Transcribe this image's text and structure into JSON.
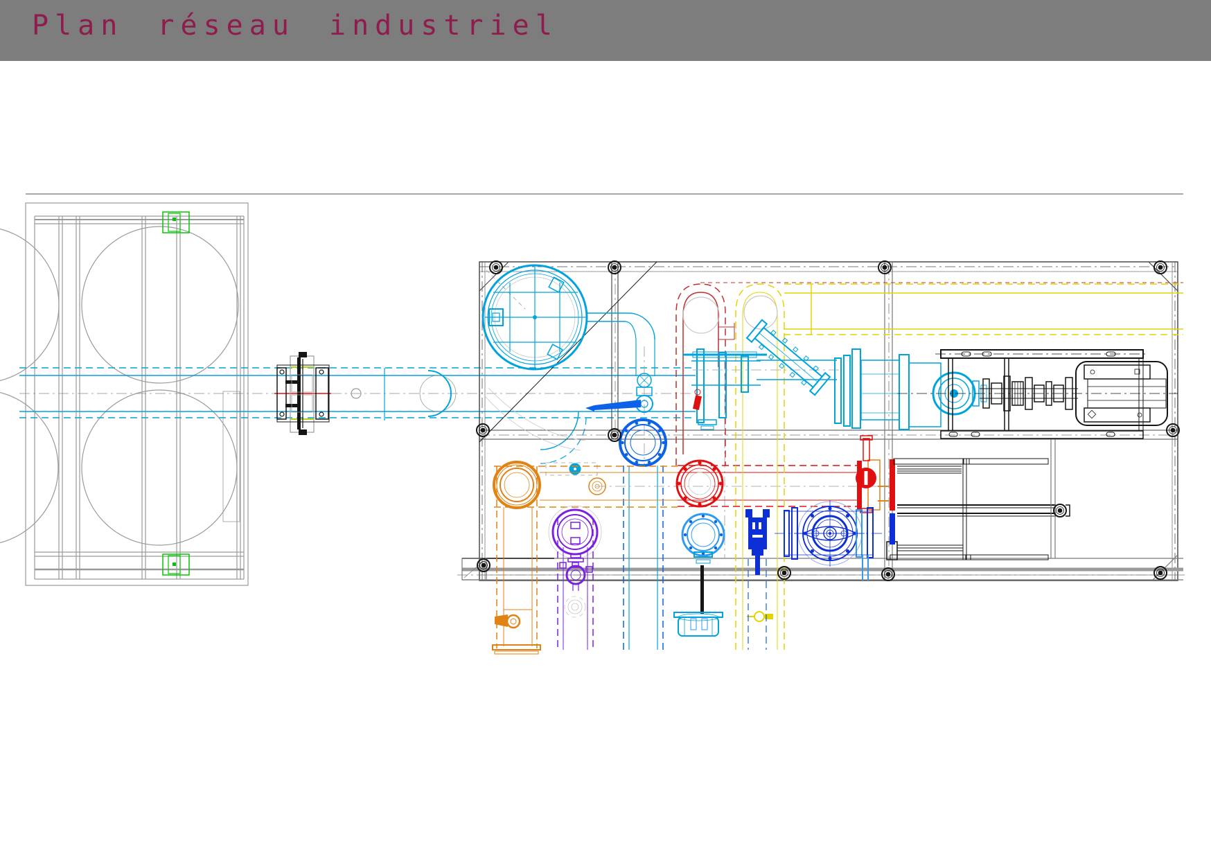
{
  "header": {
    "title": "Plan réseau industriel"
  },
  "colors": {
    "headerbg": "#7d7d7d",
    "titlecolor": "#8e1c4e",
    "cyan": "#00a3dc",
    "blue": "#0b62e8",
    "darkblue": "#0d2fd6",
    "lightblue": "#2e9bf0",
    "red": "#e01010",
    "loopred": "#c22e2e",
    "orange": "#e08214",
    "yellow": "#e3d400",
    "purple": "#7b1fe0",
    "green": "#00c800"
  },
  "drawing": {
    "kind": "CAD top-view piping plan",
    "components": [
      {
        "name": "storage-tank",
        "color": "#9a9a9a"
      },
      {
        "name": "tank-nozzle-marker",
        "color": "#00c800"
      },
      {
        "name": "tank-outlet-flange-valve",
        "color": "#151515"
      },
      {
        "name": "suction-pipe",
        "color": "#00a3dc"
      },
      {
        "name": "equipment-skid-frame",
        "color": "#4a4a4a"
      },
      {
        "name": "basket-strainer",
        "color": "#00a3dc"
      },
      {
        "name": "inlet-lever-valve",
        "color": "#0b62e8"
      },
      {
        "name": "butterfly-valve-blue",
        "color": "#0b62e8"
      },
      {
        "name": "recirculation-loop-red",
        "color": "#c22e2e"
      },
      {
        "name": "recirculation-loop-yellow",
        "color": "#e3d400"
      },
      {
        "name": "drain-branch-orange",
        "color": "#e08214"
      },
      {
        "name": "drain-valve-purple",
        "color": "#7b1fe0"
      },
      {
        "name": "flanged-ring-red",
        "color": "#e01010"
      },
      {
        "name": "flanged-ring-lightblue",
        "color": "#2e9bf0"
      },
      {
        "name": "centrifugal-pump-blue",
        "color": "#0d2fd6"
      },
      {
        "name": "gate-valve-red",
        "color": "#e01010"
      },
      {
        "name": "y-strainer",
        "color": "#00a3dc"
      },
      {
        "name": "pump-and-motor-unit",
        "color": "#151515"
      },
      {
        "name": "support-structure",
        "color": "#151515"
      }
    ]
  }
}
